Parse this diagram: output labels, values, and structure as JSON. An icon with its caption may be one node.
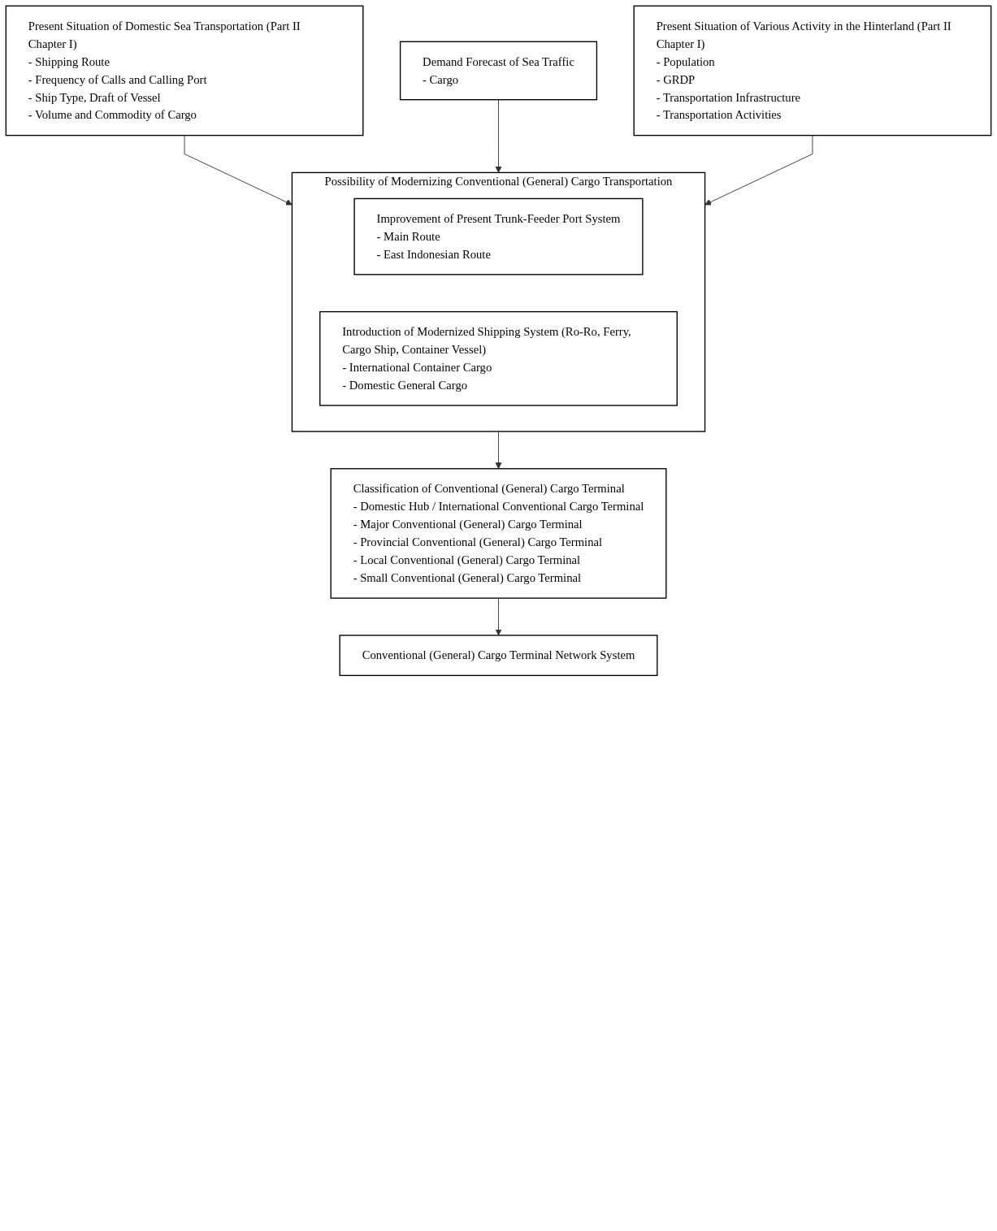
{
  "diagram": {
    "nodes": [
      {
        "text": [
          "Present Situation of Domestic Sea Transportation (Part II Chapter I)",
          "- Shipping Route",
          "- Frequency of Calls and Calling Port",
          "- Ship Type, Draft of Vessel",
          "- Volume and Commodity of Cargo"
        ]
      },
      {
        "text": [
          "Present Situation of Various Activity in the Hinterland (Part II Chapter I)",
          "- Population",
          "- GRDP",
          "- Transportation Infrastructure",
          "- Transportation Activities"
        ]
      },
      {
        "text": [
          "Demand Forecast of Sea Traffic",
          "- Cargo"
        ]
      },
      {
        "text": [
          "Possibility of Modernizing Conventional (General) Cargo Transportation"
        ]
      },
      {
        "text": [
          "Improvement of Present Trunk-Feeder Port System",
          "- Main Route",
          "- East Indonesian Route"
        ],
        "in": 3
      },
      {
        "text": [
          "Introduction of Modernized Shipping System (Ro-Ro, Ferry, Cargo Ship, Container Vessel)",
          "- International Container Cargo",
          "- Domestic General Cargo"
        ],
        "in": 3
      },
      {
        "text": [
          "Classification of Conventional (General) Cargo Terminal",
          "- Domestic Hub / International Conventional Cargo Terminal",
          "- Major Conventional (General) Cargo Terminal",
          "- Provincial Conventional (General) Cargo Terminal",
          "- Local Conventional (General) Cargo Terminal",
          "- Small Conventional (General) Cargo Terminal"
        ]
      },
      {
        "text": [
          "Conventional (General) Cargo Terminal Network System"
        ]
      }
    ],
    "edges": [
      {
        "from": 0,
        "to": 3,
        "arrow": "to"
      },
      {
        "from": 2,
        "to": 3,
        "arrow": "to"
      },
      {
        "from": 1,
        "to": 3,
        "arrow": "to"
      },
      {
        "from": 3,
        "to": 6,
        "arrow": "to"
      },
      {
        "from": 6,
        "to": 7,
        "arrow": "to"
      }
    ]
  }
}
